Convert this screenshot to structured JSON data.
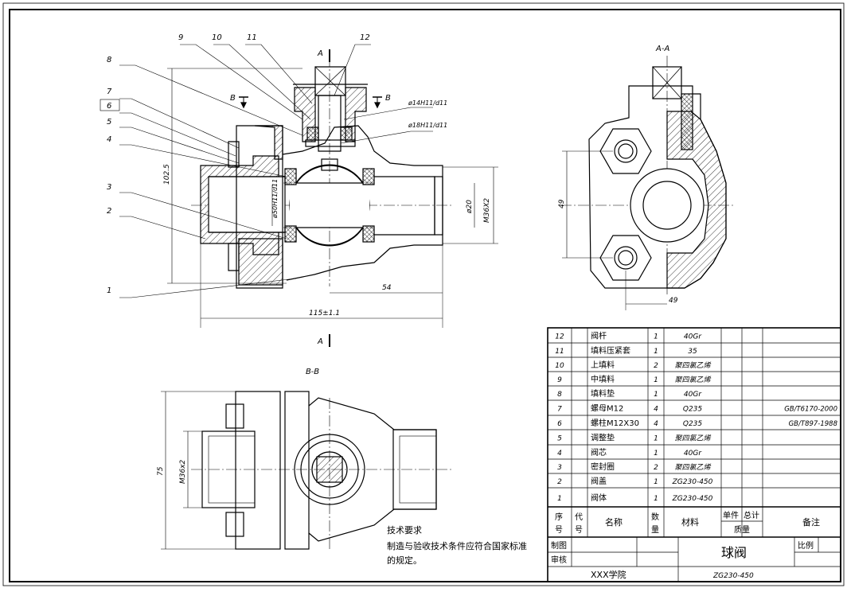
{
  "drawing": {
    "views": {
      "main": "A",
      "section_aa": "A-A",
      "section_bb": "B-B",
      "cut_b_left": "B",
      "cut_b_right": "B",
      "cut_a_top": "A",
      "cut_a_bottom": "A"
    },
    "balloons": [
      "1",
      "2",
      "3",
      "4",
      "5",
      "6",
      "7",
      "8",
      "9",
      "10",
      "11",
      "12"
    ],
    "dimensions": {
      "height_total": "102.5",
      "length_total": "115±1.1",
      "offset_54": "54",
      "dia_20": "ø20",
      "thread_m36_main": "M36X2",
      "dia_50": "ø50H11/d11",
      "dia_14": "ø14H11/d11",
      "dia_18": "ø18H11/d11",
      "aa_height": "49",
      "aa_width": "49",
      "bb_height": "75",
      "thread_m36_bb": "M36x2"
    }
  },
  "notes": {
    "title": "技术要求",
    "line1": "制造与验收技术条件应符合国家标准",
    "line2": "的规定。"
  },
  "bom": {
    "rows": [
      {
        "no": "12",
        "code": "",
        "name": "阀杆",
        "qty": "1",
        "material": "40Gr",
        "unit": "",
        "total": "",
        "remark": ""
      },
      {
        "no": "11",
        "code": "",
        "name": "填料压紧套",
        "qty": "1",
        "material": "35",
        "unit": "",
        "total": "",
        "remark": ""
      },
      {
        "no": "10",
        "code": "",
        "name": "上填料",
        "qty": "2",
        "material": "聚四氯乙烯",
        "unit": "",
        "total": "",
        "remark": ""
      },
      {
        "no": "9",
        "code": "",
        "name": "中填料",
        "qty": "1",
        "material": "聚四氯乙烯",
        "unit": "",
        "total": "",
        "remark": ""
      },
      {
        "no": "8",
        "code": "",
        "name": "填料垫",
        "qty": "1",
        "material": "40Gr",
        "unit": "",
        "total": "",
        "remark": ""
      },
      {
        "no": "7",
        "code": "",
        "name": "螺母M12",
        "qty": "4",
        "material": "Q235",
        "unit": "",
        "total": "",
        "remark": "GB/T6170-2000"
      },
      {
        "no": "6",
        "code": "",
        "name": "螺柱M12X30",
        "qty": "4",
        "material": "Q235",
        "unit": "",
        "total": "",
        "remark": "GB/T897-1988"
      },
      {
        "no": "5",
        "code": "",
        "name": "调整垫",
        "qty": "1",
        "material": "聚四氯乙烯",
        "unit": "",
        "total": "",
        "remark": ""
      },
      {
        "no": "4",
        "code": "",
        "name": "阀芯",
        "qty": "1",
        "material": "40Gr",
        "unit": "",
        "total": "",
        "remark": ""
      },
      {
        "no": "3",
        "code": "",
        "name": "密封圈",
        "qty": "2",
        "material": "聚四氯乙烯",
        "unit": "",
        "total": "",
        "remark": ""
      },
      {
        "no": "2",
        "code": "",
        "name": "阀盖",
        "qty": "1",
        "material": "ZG230-450",
        "unit": "",
        "total": "",
        "remark": ""
      },
      {
        "no": "1",
        "code": "",
        "name": "阀体",
        "qty": "1",
        "material": "ZG230-450",
        "unit": "",
        "total": "",
        "remark": ""
      }
    ],
    "header": {
      "no_1": "序",
      "no_2": "号",
      "code_1": "代",
      "code_2": "号",
      "name": "名称",
      "qty_1": "数",
      "qty_2": "量",
      "material": "材料",
      "unit": "单件",
      "total": "总计",
      "mass": "质量",
      "remark": "备注"
    }
  },
  "title_block": {
    "drawn_by": "制图",
    "checked_by": "审核",
    "school": "XXX学院",
    "title": "球阀",
    "scale": "比例",
    "material": "ZG230-450"
  }
}
